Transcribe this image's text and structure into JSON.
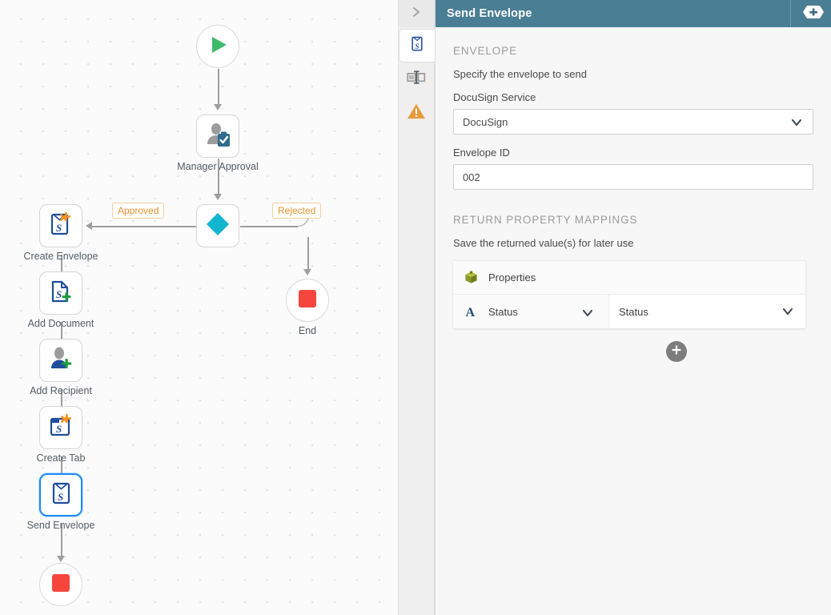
{
  "panel": {
    "title": "Send Envelope",
    "collapse_icon": "chevron-right-icon",
    "header_add_icon": "add-node-icon",
    "rail": [
      {
        "name": "envelope-properties-tab",
        "icon": "envelope-document-icon",
        "active": true
      },
      {
        "name": "display-properties-tab",
        "icon": "resize-properties-icon",
        "active": false
      },
      {
        "name": "warnings-tab",
        "icon": "warning-triangle-icon",
        "active": false
      }
    ],
    "envelope_section": {
      "title": "ENVELOPE",
      "description": "Specify the envelope to send",
      "service_label": "DocuSign Service",
      "service_value": "DocuSign",
      "envelope_id_label": "Envelope ID",
      "envelope_id_value": "002"
    },
    "mappings_section": {
      "title": "RETURN PROPERTY MAPPINGS",
      "description": "Save the returned value(s) for later use",
      "header_row": {
        "icon": "properties-box-icon",
        "label": "Properties"
      },
      "rows": [
        {
          "icon": "string-type-icon",
          "source": "Status",
          "target": "Status"
        }
      ],
      "add_label": "+"
    }
  },
  "canvas": {
    "nodes": [
      {
        "id": "start",
        "label": "",
        "icon": "play-icon"
      },
      {
        "id": "manager-approval",
        "label": "Manager Approval",
        "icon": "user-approval-icon"
      },
      {
        "id": "decision",
        "label": "",
        "icon": "decision-diamond-icon"
      },
      {
        "id": "end-rejected",
        "label": "End",
        "icon": "stop-icon"
      },
      {
        "id": "create-envelope",
        "label": "Create Envelope",
        "icon": "create-envelope-icon"
      },
      {
        "id": "add-document",
        "label": "Add Document",
        "icon": "add-document-icon"
      },
      {
        "id": "add-recipient",
        "label": "Add Recipient",
        "icon": "add-recipient-icon"
      },
      {
        "id": "create-tab",
        "label": "Create Tab",
        "icon": "create-tab-icon"
      },
      {
        "id": "send-envelope",
        "label": "Send Envelope",
        "icon": "send-envelope-icon",
        "selected": true
      },
      {
        "id": "end-approved",
        "label": "",
        "icon": "stop-icon"
      }
    ],
    "branch_labels": [
      {
        "id": "approved",
        "text": "Approved"
      },
      {
        "id": "rejected",
        "text": "Rejected"
      }
    ]
  },
  "colors": {
    "header_teal": "#4a7e95",
    "selection_blue": "#1a8cff",
    "accent_orange": "#e8922a",
    "start_green": "#3fb96a",
    "stop_red": "#f4463c",
    "decision_cyan": "#12b5cf",
    "docusign_blue": "#1f4e9c"
  }
}
